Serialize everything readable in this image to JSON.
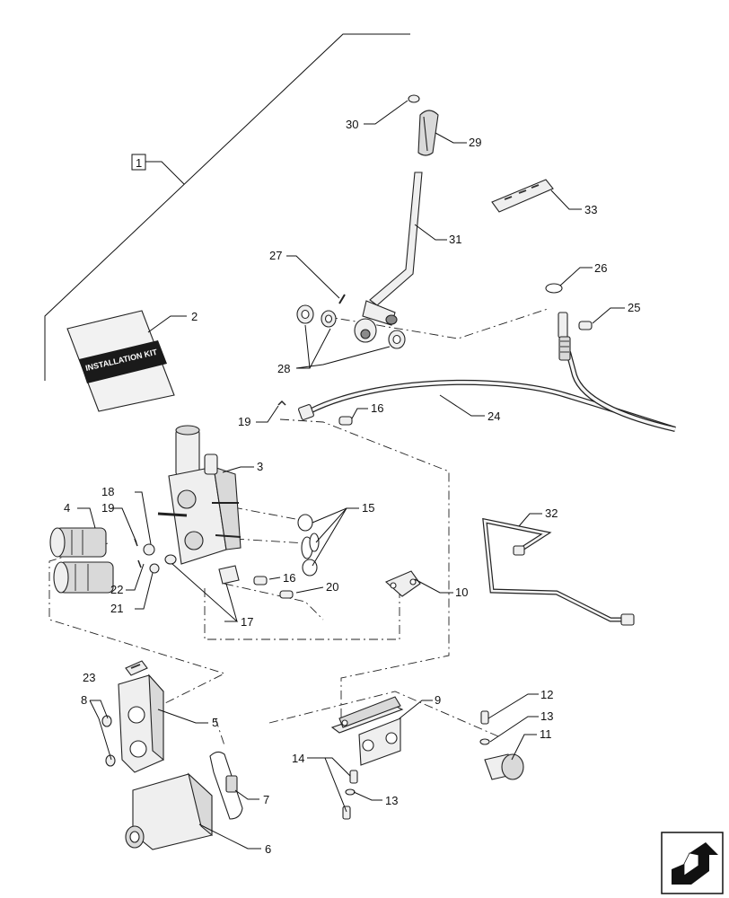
{
  "diagram": {
    "kit_label": "1",
    "manual_cover_text": "INSTALLATION KIT",
    "callouts": {
      "c2": "2",
      "c3": "3",
      "c4": "4",
      "c5": "5",
      "c6": "6",
      "c7": "7",
      "c8": "8",
      "c9": "9",
      "c10": "10",
      "c11": "11",
      "c12": "12",
      "c13a": "13",
      "c13b": "13",
      "c14": "14",
      "c15": "15",
      "c16a": "16",
      "c16b": "16",
      "c17": "17",
      "c18": "18",
      "c19a": "19",
      "c19b": "19",
      "c20": "20",
      "c21": "21",
      "c22": "22",
      "c23": "23",
      "c24": "24",
      "c25": "25",
      "c26": "26",
      "c27": "27",
      "c28": "28",
      "c29": "29",
      "c30": "30",
      "c31": "31",
      "c32": "32",
      "c33": "33"
    }
  },
  "navigation": {
    "icon": "next-page-arrow-icon"
  }
}
